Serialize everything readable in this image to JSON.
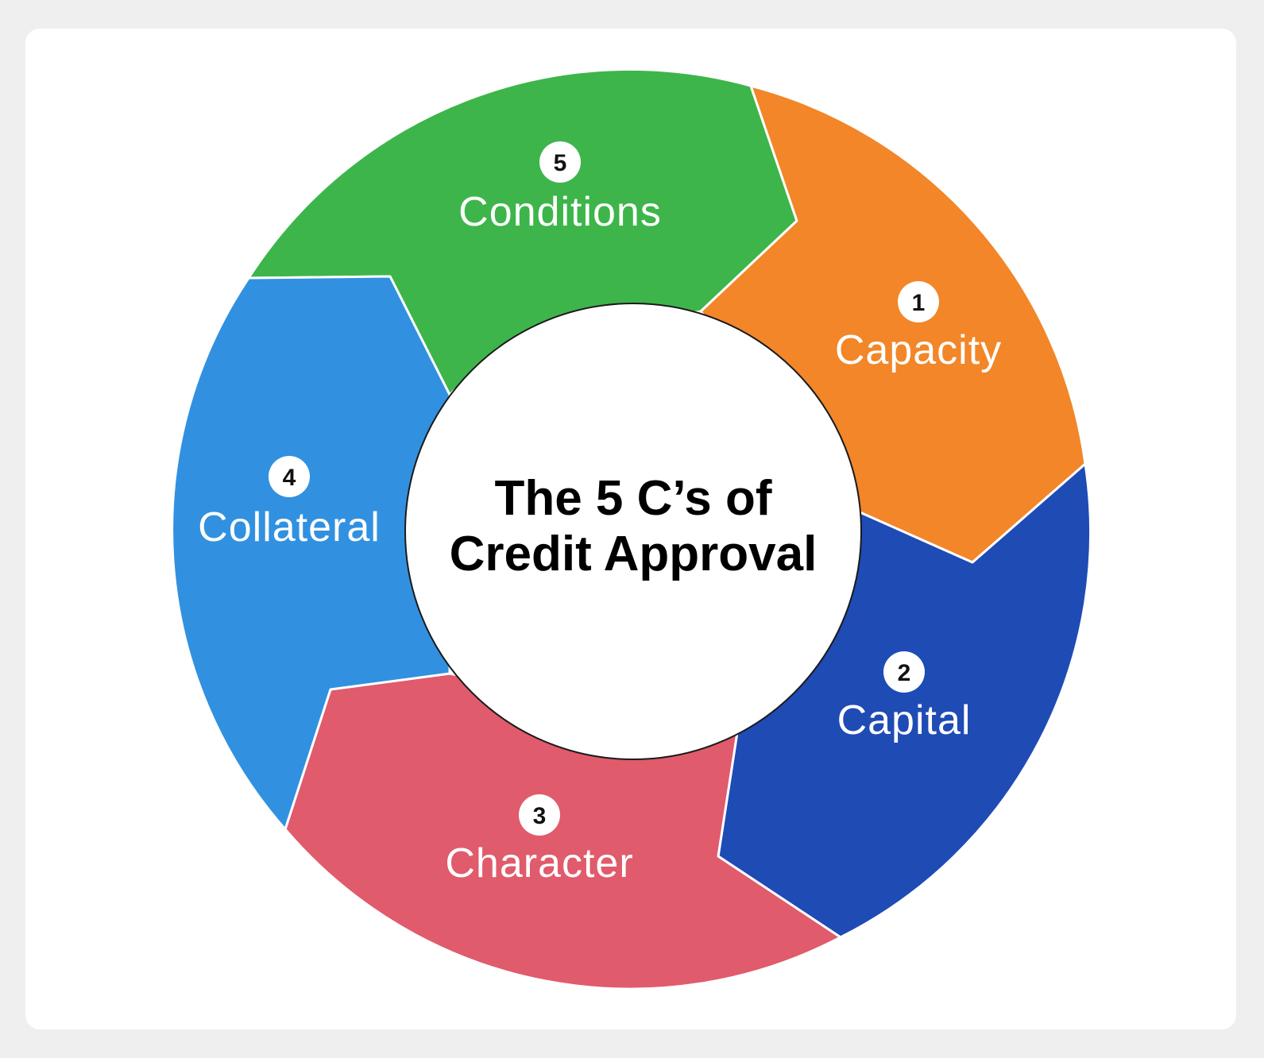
{
  "center": {
    "title_line1": "The 5 C’s of",
    "title_line2": "Credit Approval"
  },
  "segments": [
    {
      "number": "1",
      "label": "Capacity",
      "color": "#f28628"
    },
    {
      "number": "2",
      "label": "Capital",
      "color": "#1f4bb5"
    },
    {
      "number": "3",
      "label": "Character",
      "color": "#e05b6c"
    },
    {
      "number": "4",
      "label": "Collateral",
      "color": "#3191e0"
    },
    {
      "number": "5",
      "label": "Conditions",
      "color": "#3db54a"
    }
  ]
}
